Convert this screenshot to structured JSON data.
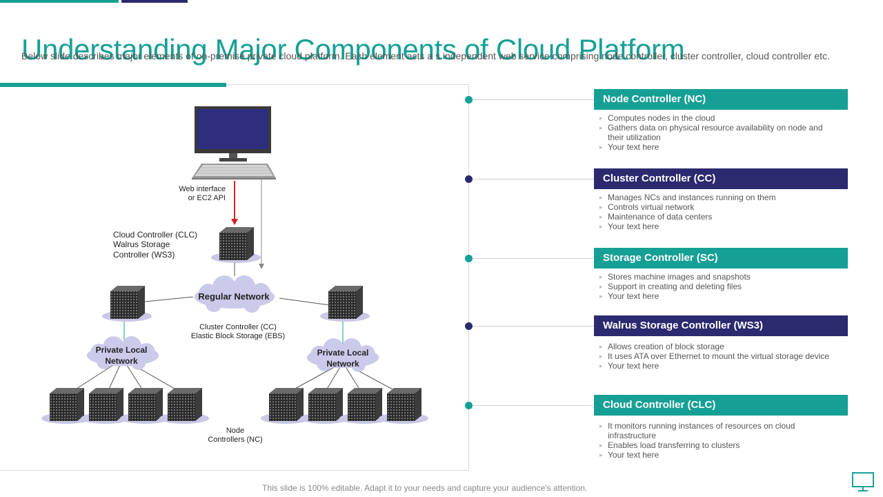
{
  "title": "Understanding Major Components of Cloud Platform",
  "subtitle": "Below slide describes major elements of on-premise private cloud platform. Each element acts a s independent web service comprising node controller, cluster controller, cloud controller etc.",
  "colors": {
    "teal": "#16a095",
    "navy": "#2b2a6f"
  },
  "diagram": {
    "web_interface_line1": "Web interface",
    "web_interface_line2": "or EC2 API",
    "clc_line1": "Cloud Controller (CLC)",
    "clc_line2": "Walrus Storage",
    "clc_line3": "Controller (WS3)",
    "regular_network": "Regular Network",
    "cc_line1": "Cluster Controller (CC)",
    "cc_line2": "Elastic Block Storage (EBS)",
    "private_network_line1": "Private Local",
    "private_network_line2": "Network",
    "node_line1": "Node",
    "node_line2": "Controllers (NC)"
  },
  "components": [
    {
      "name": "Node Controller (NC)",
      "color": "#16a095",
      "bullets": [
        "Computes nodes in the cloud",
        "Gathers data on physical resource availability on node and their utilization",
        "Your text here"
      ]
    },
    {
      "name": "Cluster Controller (CC)",
      "color": "#2b2a6f",
      "bullets": [
        "Manages NCs and instances running on them",
        "Controls virtual network",
        "Maintenance of data centers",
        "Your text here"
      ]
    },
    {
      "name": "Storage Controller (SC)",
      "color": "#16a095",
      "bullets": [
        "Stores machine images and snapshots",
        "Support in creating and deleting files",
        "Your text here"
      ]
    },
    {
      "name": "Walrus Storage Controller (WS3)",
      "color": "#2b2a6f",
      "bullets": [
        "Allows creation of block storage",
        "It uses ATA over Ethernet to mount the virtual storage device",
        "Your text here"
      ]
    },
    {
      "name": "Cloud Controller (CLC)",
      "color": "#16a095",
      "bullets": [
        "It monitors running instances of resources on cloud infrastructure",
        "Enables load transferring to clusters",
        "Your text here"
      ]
    }
  ],
  "footer": "This slide is 100% editable. Adapt it to your needs and capture your audience's attention.",
  "icons": {
    "footer_icon": "monitor-icon",
    "computer": "computer-icon",
    "server": "server-icon",
    "cloud": "cloud-icon"
  }
}
